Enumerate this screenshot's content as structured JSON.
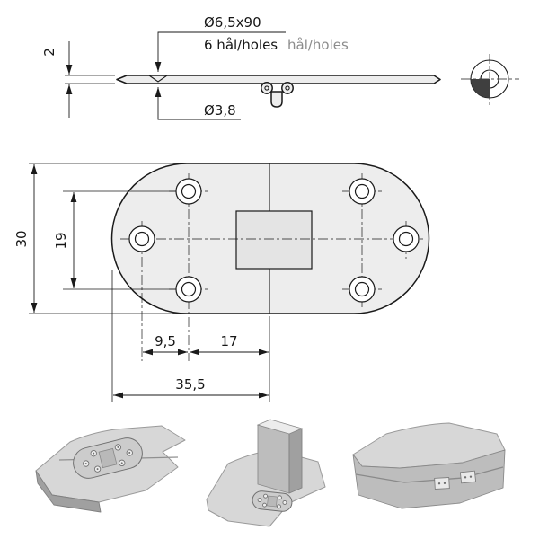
{
  "drawing": {
    "top_view": {
      "hole_spec": "Ø6,5x90",
      "holes_label": "6 hål/holes",
      "holes_label_secondary": "hål/holes",
      "thickness": "2",
      "pilot_hole": "Ø3,8"
    },
    "plan_view": {
      "overall_width": "30",
      "hole_spacing": "19",
      "hole_offset": "9,5",
      "hole_to_center": "17",
      "leaf_length": "35,5"
    },
    "colors": {
      "line": "#1a1a1a",
      "part_fill": "#ededed",
      "illustration_light": "#d7d7d7",
      "illustration_dark": "#a0a0a0"
    }
  }
}
